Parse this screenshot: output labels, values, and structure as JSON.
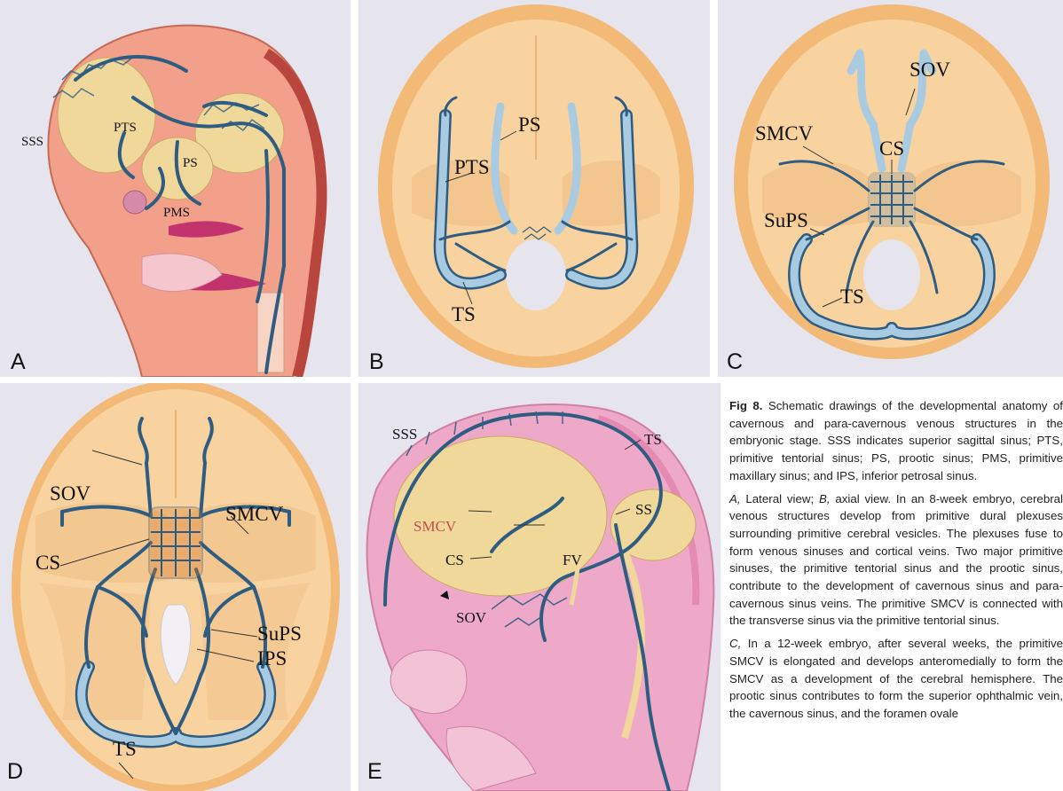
{
  "panels": {
    "a": {
      "letter": "A",
      "labels": {
        "sss": "SSS",
        "pts": "PTS",
        "ps": "PS",
        "pms": "PMS"
      }
    },
    "b": {
      "letter": "B",
      "labels": {
        "ps": "PS",
        "pts": "PTS",
        "ts": "TS"
      }
    },
    "c": {
      "letter": "C",
      "labels": {
        "sov": "SOV",
        "smcv": "SMCV",
        "cs": "CS",
        "sups": "SuPS",
        "ts": "TS"
      }
    },
    "d": {
      "letter": "D",
      "labels": {
        "sov": "SOV",
        "smcv": "SMCV",
        "cs": "CS",
        "sups": "SuPS",
        "ips": "IPS",
        "ts": "TS"
      }
    },
    "e": {
      "letter": "E",
      "labels": {
        "sss": "SSS",
        "ts": "TS",
        "ss": "SS",
        "smcv": "SMCV",
        "cs": "CS",
        "fv": "FV",
        "sov": "SOV"
      }
    }
  },
  "caption": {
    "fig_label": "Fig 8.",
    "fig_text": " Schematic drawings of the developmental anatomy of cavernous and para-cavernous venous structures in the embryonic stage. SSS indicates superior sagittal sinus; PTS, primitive tentorial sinus; PS, prootic sinus; PMS, primitive maxillary sinus; and IPS, inferior petrosal sinus.",
    "p2_a": "A,",
    "p2_mid1": " Lateral view; ",
    "p2_b": "B,",
    "p2_text": " axial view. In an 8-week embryo, cerebral venous structures develop from primitive dural plexuses surrounding primitive cerebral vesicles. The plexuses fuse to form venous sinuses and cortical veins. Two major primitive sinuses, the primitive tentorial sinus and the prootic sinus, contribute to the development of cavernous sinus and para-cavernous sinus veins. The primitive SMCV is connected with the transverse sinus via the primitive tentorial sinus.",
    "p3_c": "C,",
    "p3_text": " In a 12-week embryo, after several weeks, the primitive SMCV is elongated and develops anteromedially to form the SMCV as a development of the cerebral hemisphere. The prootic sinus contributes to form the superior ophthalmic vein, the cavernous sinus, and the foramen ovale"
  },
  "colors": {
    "panel_bg": "#e6e4ec",
    "vein": "#2f5d82",
    "vein_light": "#9fc3dc",
    "brain": "#f0d79a",
    "skin": "#f2a089",
    "skull": "#f6c27e",
    "pink": "#eea9c8",
    "red_label": "#c0504d"
  }
}
